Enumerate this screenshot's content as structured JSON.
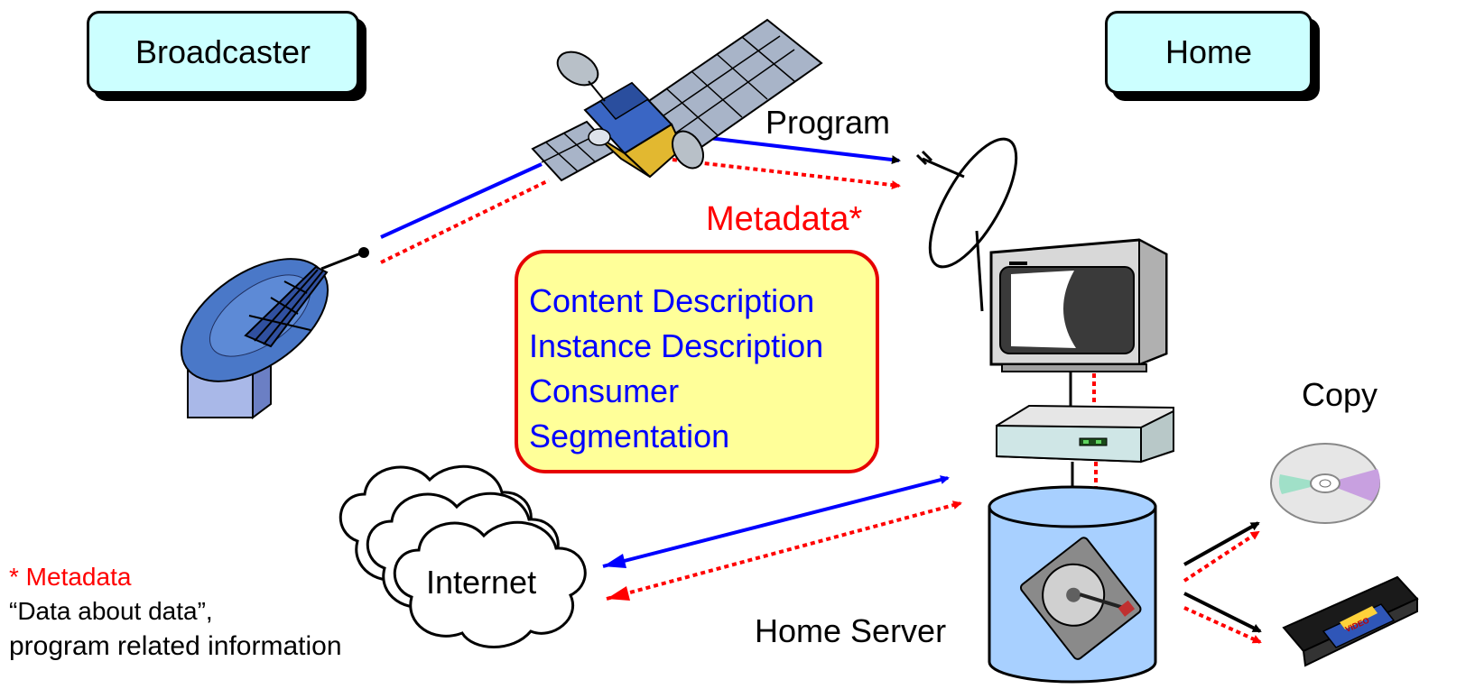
{
  "labels": {
    "broadcaster": "Broadcaster",
    "home": "Home",
    "program": "Program",
    "metadata": "Metadata*",
    "copy": "Copy",
    "internet": "Internet",
    "home_server": "Home Server"
  },
  "metadata_box": {
    "items": [
      "Content Description",
      "Instance Description",
      "Consumer",
      "Segmentation"
    ]
  },
  "footnote": {
    "title": "* Metadata",
    "line1": "“Data about data”,",
    "line2": "program related information"
  },
  "colors": {
    "program_flow": "#0000ff",
    "metadata_flow": "#ff0000",
    "label_box": "#ccffff",
    "metadata_box_fill": "#ffff99",
    "metadata_box_border": "#e60000"
  },
  "vhs_label": "VIDEO"
}
